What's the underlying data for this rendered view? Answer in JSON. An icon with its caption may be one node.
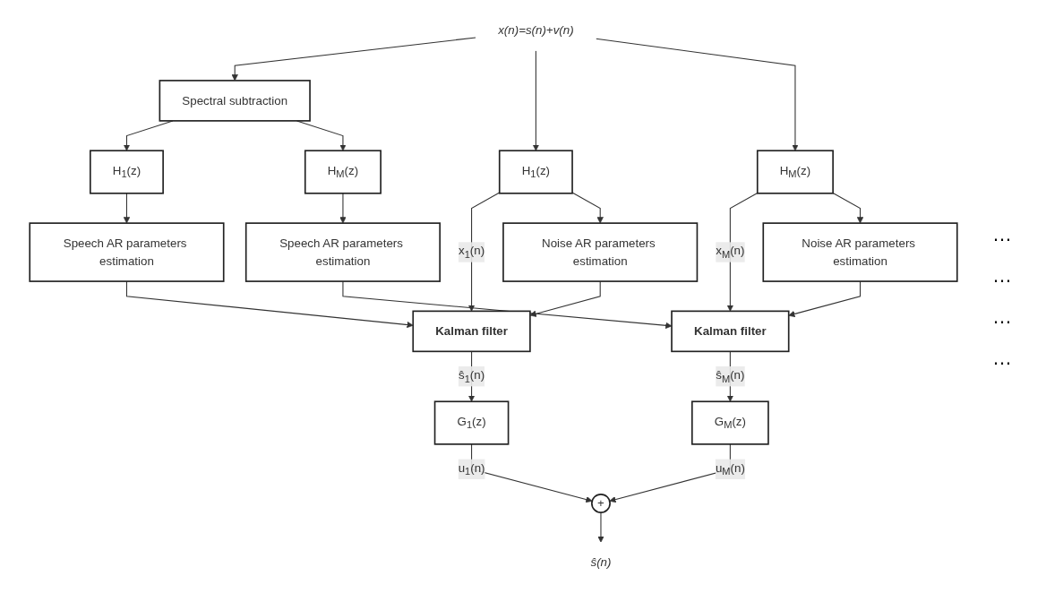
{
  "diagram": {
    "nodes": [
      {
        "text": [
          "x(n)=s(n)+v(n)"
        ]
      },
      {
        "text": [
          "Spectral subtraction"
        ]
      },
      {
        "text": [
          "H$_{1}$(z)"
        ]
      },
      {
        "text": [
          "H$_{M}$(z)"
        ]
      },
      {
        "text": [
          "H$_{1}$(z)"
        ]
      },
      {
        "text": [
          "H$_{M}$(z)"
        ]
      },
      {
        "text": [
          "Speech AR parameters estimation"
        ]
      },
      {
        "text": [
          "Speech AR parameters estimation"
        ]
      },
      {
        "text": [
          "Kalman filter"
        ]
      },
      {
        "text": [
          "Noise AR parameters estimation"
        ]
      },
      {
        "text": [
          "Kalman filter"
        ]
      },
      {
        "text": [
          "Noise AR parameters estimation"
        ]
      },
      {
        "text": [
          "G$_{1}$(z)"
        ]
      },
      {
        "text": [
          "G$_{M}$(z)"
        ]
      },
      {
        "text": [
          "+"
        ]
      },
      {
        "text": [
          "ŝ(n)"
        ]
      }
    ],
    "edges": [
      {
        "from": 0,
        "to": 1,
        "arrow": "to"
      },
      {
        "from": 0,
        "to": 4,
        "arrow": "to"
      },
      {
        "from": 0,
        "to": 5,
        "arrow": "to"
      },
      {
        "from": 1,
        "to": 2,
        "arrow": "to"
      },
      {
        "from": 1,
        "to": 3,
        "arrow": "to"
      },
      {
        "from": 2,
        "to": 6,
        "arrow": "to"
      },
      {
        "from": 3,
        "to": 7,
        "arrow": "to"
      },
      {
        "from": 4,
        "to": 8,
        "label": "x$_{1}$(n)",
        "arrow": "to"
      },
      {
        "from": 4,
        "to": 9,
        "arrow": "to"
      },
      {
        "from": 5,
        "to": 10,
        "label": "x$_{M}$(n)",
        "arrow": "to"
      },
      {
        "from": 5,
        "to": 11,
        "arrow": "to"
      },
      {
        "from": 6,
        "to": 8,
        "arrow": "to"
      },
      {
        "from": 7,
        "to": 10,
        "arrow": "to"
      },
      {
        "from": 9,
        "to": 8,
        "arrow": "to"
      },
      {
        "from": 11,
        "to": 10,
        "arrow": "to"
      },
      {
        "from": 8,
        "to": 12,
        "label": "ŝ$_{1}$(n)",
        "arrow": "to"
      },
      {
        "from": 10,
        "to": 13,
        "label": "ŝ$_{M}$(n)",
        "arrow": "to"
      },
      {
        "from": 12,
        "to": 14,
        "label": "u$_{1}$(n)",
        "arrow": "to"
      },
      {
        "from": 13,
        "to": 14,
        "label": "u$_{M}$(n)",
        "arrow": "to"
      },
      {
        "from": 14,
        "to": 15,
        "arrow": "to"
      }
    ],
    "labels": [
      "…",
      "…",
      "…",
      "…"
    ]
  }
}
